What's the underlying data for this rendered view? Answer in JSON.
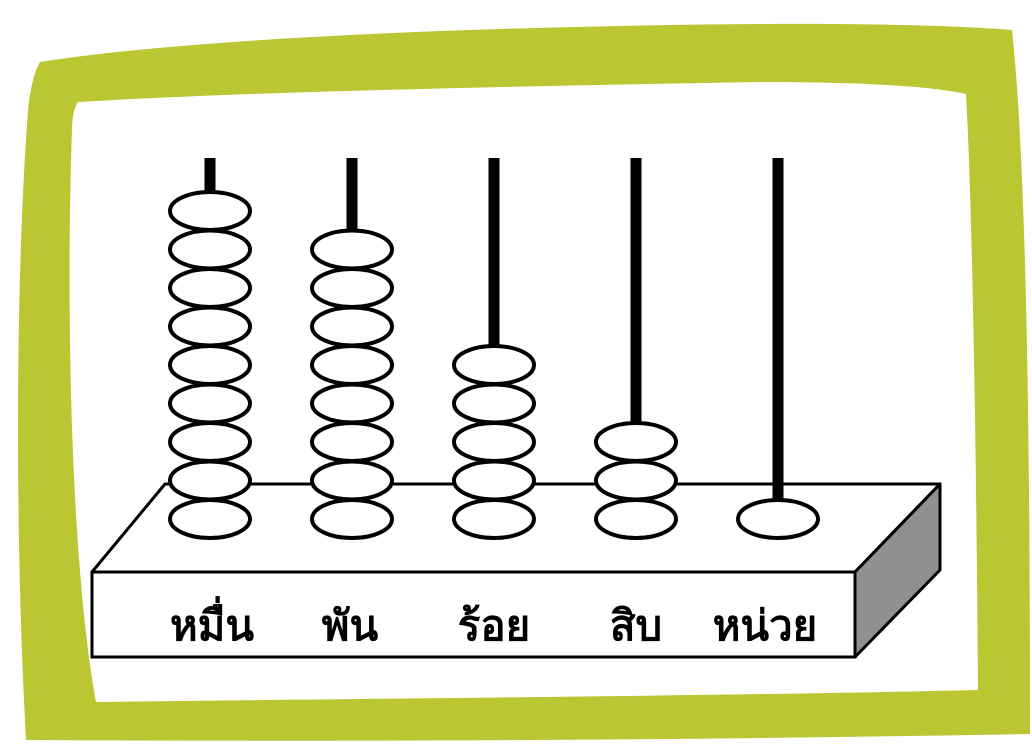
{
  "frame": {
    "border_color": "#bac632",
    "inner_color": "#ffffff"
  },
  "abacus": {
    "rod_color": "#000000",
    "bead_fill": "#ffffff",
    "bead_stroke": "#000000",
    "base_front_color": "#ffffff",
    "base_side_color": "#909090",
    "columns": [
      {
        "label": "หมื่น",
        "beads": 9
      },
      {
        "label": "พัน",
        "beads": 8
      },
      {
        "label": "ร้อย",
        "beads": 5
      },
      {
        "label": "สิบ",
        "beads": 3
      },
      {
        "label": "หน่วย",
        "beads": 1
      }
    ]
  }
}
